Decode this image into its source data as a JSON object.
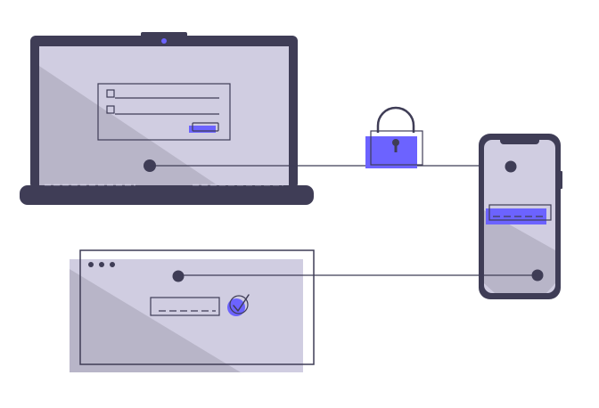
{
  "illustration": {
    "colors": {
      "dark": "#3f3d56",
      "screen": "#d0cde1",
      "shade": "#b8b5c8",
      "accent": "#6c63ff",
      "line": "#3f3d56",
      "white": "#ffffff"
    },
    "icons": {
      "padlock": "lock-icon",
      "confirmed": "check-circle-icon",
      "window_controls": "window-dots-icon",
      "camera": "camera-icon"
    },
    "login_form": {
      "checkbox_rows": 2
    },
    "code_field": {
      "placeholder_dashes": 5
    },
    "phone_field": {
      "placeholder_dashes": 5
    }
  }
}
